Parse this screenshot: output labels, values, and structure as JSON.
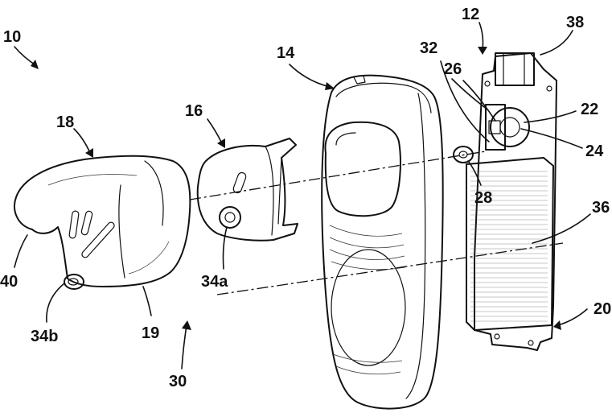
{
  "figure": {
    "labels": [
      {
        "id": "ref-10",
        "text": "10"
      },
      {
        "id": "ref-12",
        "text": "12"
      },
      {
        "id": "ref-14",
        "text": "14"
      },
      {
        "id": "ref-16",
        "text": "16"
      },
      {
        "id": "ref-18",
        "text": "18"
      },
      {
        "id": "ref-19",
        "text": "19"
      },
      {
        "id": "ref-20",
        "text": "20"
      },
      {
        "id": "ref-22",
        "text": "22"
      },
      {
        "id": "ref-24",
        "text": "24"
      },
      {
        "id": "ref-26",
        "text": "26"
      },
      {
        "id": "ref-28",
        "text": "28"
      },
      {
        "id": "ref-30",
        "text": "30"
      },
      {
        "id": "ref-32",
        "text": "32"
      },
      {
        "id": "ref-36",
        "text": "36"
      },
      {
        "id": "ref-38",
        "text": "38"
      },
      {
        "id": "ref-40",
        "text": "40"
      },
      {
        "id": "ref-34a",
        "text": "34a"
      },
      {
        "id": "ref-34b",
        "text": "34b"
      }
    ]
  }
}
